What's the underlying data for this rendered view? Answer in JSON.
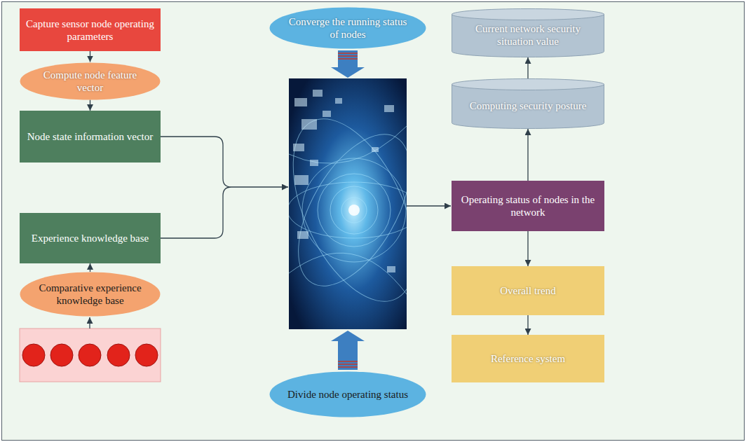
{
  "diagram": {
    "nodes": [
      {
        "text": [
          "Capture sensor node operating parameters"
        ]
      },
      {
        "text": [
          "Compute node feature vector"
        ]
      },
      {
        "text": [
          "Node state information vector"
        ]
      },
      {
        "text": [
          "Experience knowledge base"
        ]
      },
      {
        "text": [
          "Comparative experience knowledge base"
        ]
      },
      {
        "text": [
          "Converge the running status of nodes"
        ]
      },
      {
        "text": [
          "Divide node operating status"
        ]
      },
      {
        "text": [
          "Current network security situation value"
        ]
      },
      {
        "text": [
          "Computing security posture"
        ]
      },
      {
        "text": [
          "Operating status of nodes in the network"
        ]
      },
      {
        "text": [
          "Overall trend"
        ]
      },
      {
        "text": [
          "Reference system"
        ]
      }
    ],
    "edges": [
      {
        "from": 0,
        "to": 1,
        "arrow": "to"
      },
      {
        "from": 1,
        "to": 2,
        "arrow": "to"
      },
      {
        "from": 4,
        "to": 3,
        "arrow": "to"
      },
      {
        "from": 9,
        "to": 8,
        "arrow": "to"
      },
      {
        "from": 8,
        "to": 7,
        "arrow": "to"
      },
      {
        "from": 9,
        "to": 10,
        "arrow": "to"
      },
      {
        "from": 10,
        "to": 11,
        "arrow": "to"
      }
    ]
  }
}
